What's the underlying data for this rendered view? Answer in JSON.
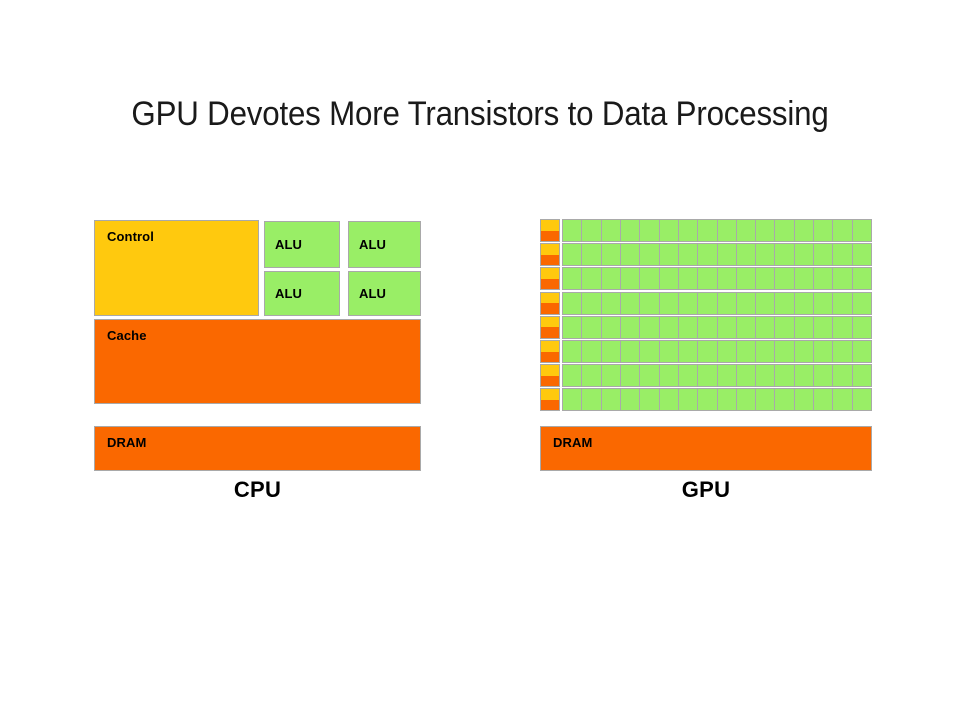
{
  "slide": {
    "background_color": "#ffffff",
    "title": "GPU Devotes More Transistors to Data Processing"
  },
  "palette": {
    "control_yellow": "#FFC90E",
    "control_yellow_light": "#FFCB12",
    "memory_orange": "#FA6800",
    "alu_green": "#99EE66",
    "block_border": "#A9A9A9",
    "text_black": "#000000",
    "title_color": "#1A1A1A"
  },
  "cpu": {
    "caption": "CPU",
    "control": {
      "label": "Control",
      "color": "#FFC90E"
    },
    "alus": [
      {
        "label": "ALU",
        "color": "#99EE66"
      },
      {
        "label": "ALU",
        "color": "#99EE66"
      },
      {
        "label": "ALU",
        "color": "#99EE66"
      },
      {
        "label": "ALU",
        "color": "#99EE66"
      }
    ],
    "cache": {
      "label": "Cache",
      "color": "#FA6800"
    },
    "dram": {
      "label": "DRAM",
      "color": "#FA6800"
    },
    "counts": {
      "control_units": 1,
      "alu_units": 4,
      "cache_blocks": 1,
      "dram_blocks": 1
    }
  },
  "gpu": {
    "caption": "GPU",
    "dram": {
      "label": "DRAM",
      "color": "#FA6800"
    },
    "grid": {
      "rows": 8,
      "alus_per_row": 16,
      "total_alus": 128,
      "alu_color": "#99EE66",
      "control_top_color": "#FFC90E",
      "control_bottom_color": "#FA6800"
    }
  }
}
